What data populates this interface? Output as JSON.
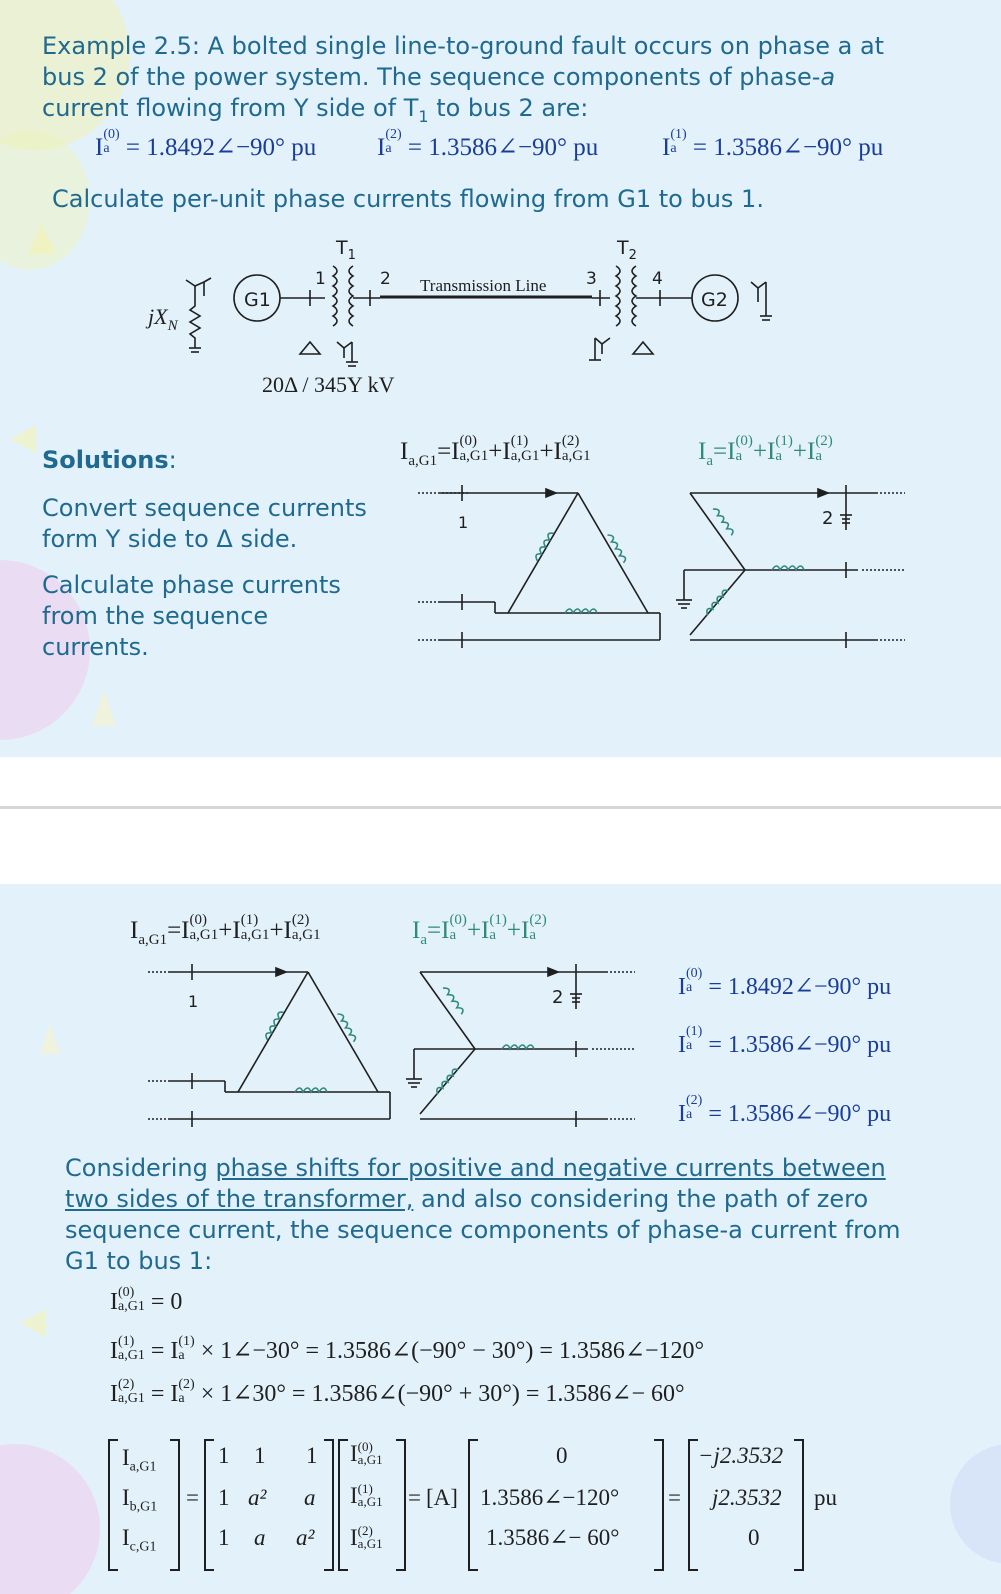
{
  "slide1": {
    "title_line1": "Example 2.5: A bolted single line-to-ground fault occurs on phase a at",
    "title_line2": "bus 2 of the power system. The sequence components of phase-",
    "title_line2_phase": "a",
    "title_line3_a": "current flowing from Y side of T",
    "title_line3_sub": "1",
    "title_line3_b": " to bus 2 are:",
    "given_currents": [
      {
        "label": "I",
        "sup": "(0)",
        "sub": "a",
        "value": " = 1.8492∠−90° pu"
      },
      {
        "label": "I",
        "sup": "(2)",
        "sub": "a",
        "value": " = 1.3586∠−90° pu"
      },
      {
        "label": "I",
        "sup": "(1)",
        "sub": "a",
        "value": " = 1.3586∠−90° pu"
      }
    ],
    "task": "Calculate per-unit phase currents flowing from G1 to bus 1.",
    "one_line": {
      "jxn": "jX",
      "jxn_sub": "N",
      "g1": "G1",
      "g2": "G2",
      "t1": "T",
      "t1_sub": "1",
      "t2": "T",
      "t2_sub": "2",
      "bus1": "1",
      "bus2": "2",
      "bus3": "3",
      "bus4": "4",
      "line": "Transmission Line",
      "rating": "20Δ / 345Y  kV"
    },
    "solutions_label": "Solutions",
    "solutions_colon": ":",
    "step1": [
      "Convert sequence currents",
      "form Y side to Δ side."
    ],
    "step2": [
      "Calculate phase currents",
      "from the sequence",
      "currents."
    ]
  },
  "diagram": {
    "delta_eq": {
      "lhs": "I",
      "lhs_sub": "a,G1",
      "terms": [
        "(0)",
        "(1)",
        "(2)"
      ],
      "term_sub": "a,G1"
    },
    "wye_eq": {
      "lhs": "I",
      "lhs_sub": "a",
      "terms": [
        "(0)",
        "(1)",
        "(2)"
      ],
      "term_sub": "a"
    },
    "bus1": "1",
    "bus2": "2"
  },
  "slide2": {
    "seq_values": [
      {
        "label": "I",
        "sup": "(0)",
        "sub": "a",
        "value": " = 1.8492∠−90° pu"
      },
      {
        "label": "I",
        "sup": "(1)",
        "sub": "a",
        "value": " = 1.3586∠−90° pu"
      },
      {
        "label": "I",
        "sup": "(2)",
        "sub": "a",
        "value": " = 1.3586∠−90° pu"
      }
    ],
    "consider_line1_plain": "Considering ",
    "consider_line1_link": "phase shifts for positive and negative currents between",
    "consider_line2_link": "two sides of the transformer,",
    "consider_line2_plain": " and also considering the path of zero",
    "consider_line3": "sequence current, the sequence components of phase-a current from",
    "consider_line4": "G1 to bus 1:",
    "eq0": {
      "sup": "(0)",
      "sub": "a,G1",
      "rhs": " = 0"
    },
    "eq1": {
      "sup": "(1)",
      "sub": "a,G1",
      "mid_sup": "(1)",
      "mid_sub": "a",
      "rhs": " × 1∠−30° = 1.3586∠(−90° − 30°) = 1.3586∠−120°"
    },
    "eq2": {
      "sup": "(2)",
      "sub": "a,G1",
      "mid_sup": "(2)",
      "mid_sub": "a",
      "rhs": " × 1∠30° = 1.3586∠(−90° + 30°) = 1.3586∠− 60°"
    },
    "matrix": {
      "lhs": [
        {
          "label": "I",
          "sub": "a,G1"
        },
        {
          "label": "I",
          "sub": "b,G1"
        },
        {
          "label": "I",
          "sub": "c,G1"
        }
      ],
      "A_rows": [
        [
          "1",
          "1",
          "1"
        ],
        [
          "1",
          "a²",
          "a"
        ],
        [
          "1",
          "a",
          "a²"
        ]
      ],
      "seq": [
        {
          "sup": "(0)",
          "sub": "a,G1"
        },
        {
          "sup": "(1)",
          "sub": "a,G1"
        },
        {
          "sup": "(2)",
          "sub": "a,G1"
        }
      ],
      "A_label": "[A]",
      "values": [
        "0",
        "1.3586∠−120°",
        "1.3586∠− 60°"
      ],
      "result": [
        "−j2.3532",
        "j2.3532",
        "0"
      ],
      "unit": "pu"
    }
  },
  "colors": {
    "slide_bg": "#e3f1fa",
    "text_blue": "#1f6a8e",
    "equation_blue": "#1a3e98",
    "diagram_green": "#2f8a7c"
  }
}
